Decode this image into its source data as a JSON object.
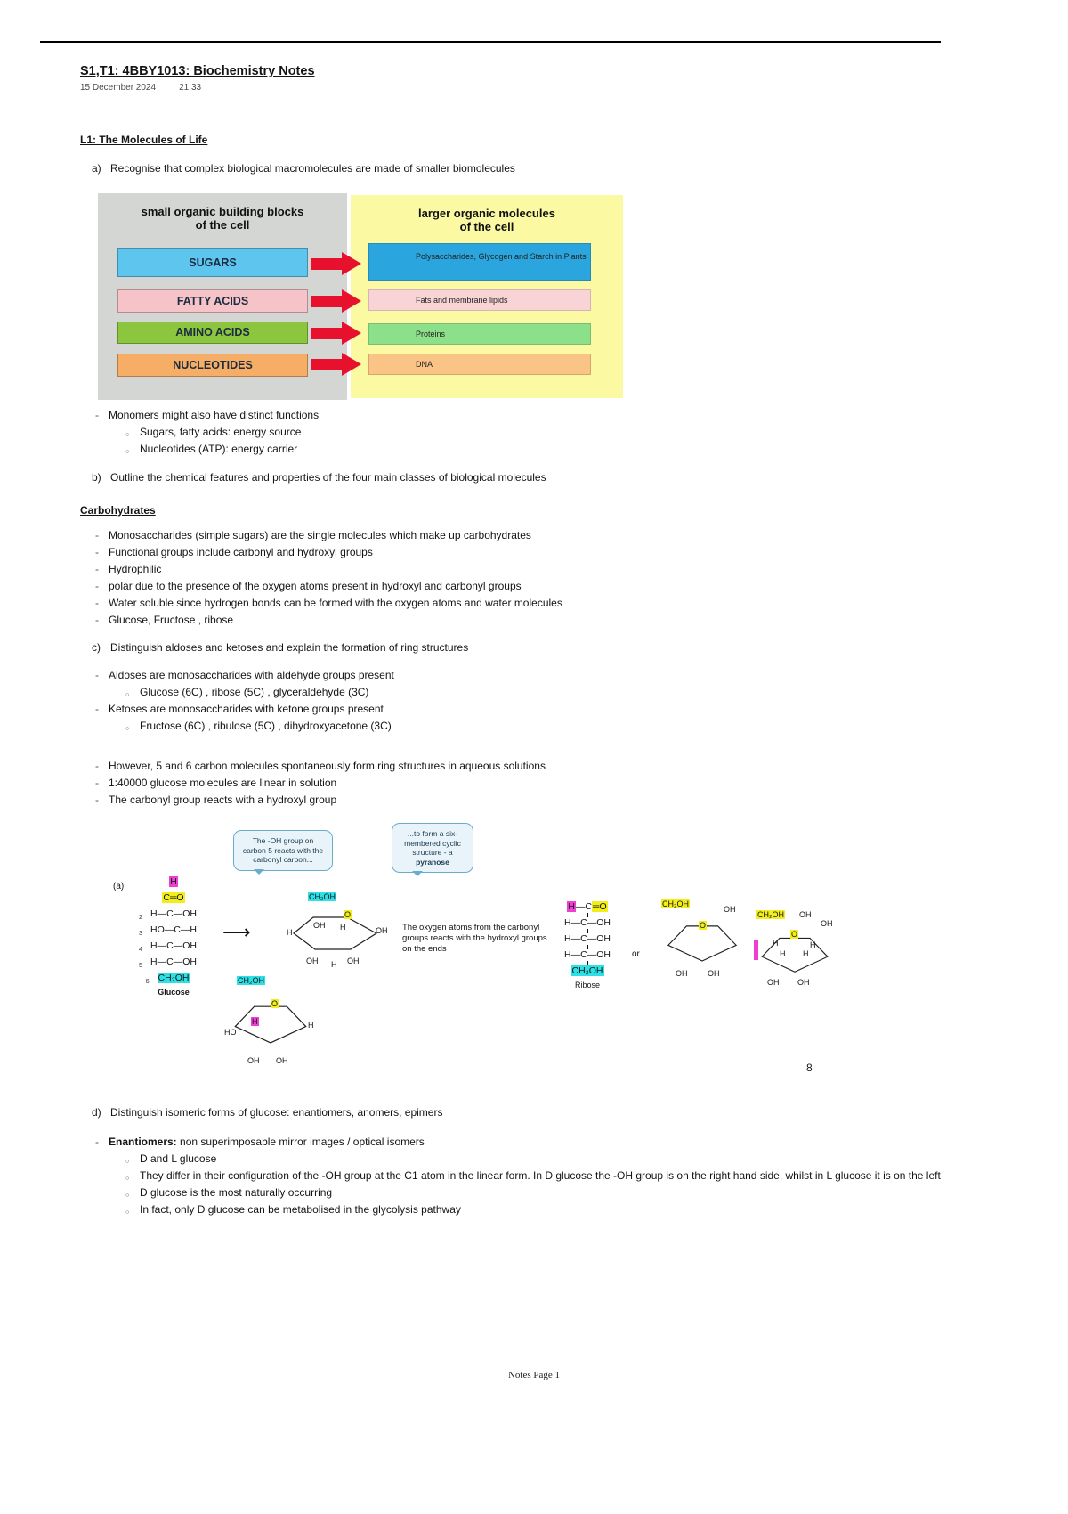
{
  "colors": {
    "sugars_box": "#5ec5ef",
    "polysaccharides_box": "#2ba5de",
    "fatty_acids_box": "#f6c3c8",
    "fats_box": "#f9d4d6",
    "amino_acids_box": "#8cc63f",
    "proteins_box": "#8ce089",
    "nucleotides_box": "#f6ae67",
    "dna_box": "#fac487",
    "left_panel": "#d3d6d2",
    "right_panel": "#fbf9a2",
    "arrow_red": "#e8112d",
    "highlight_yellow": "#f2ee1b",
    "highlight_cyan": "#2ce1e6",
    "highlight_magenta": "#ee3fd4"
  },
  "page": {
    "title": "S1,T1: 4BBY1013: Biochemistry Notes",
    "date": "15 December 2024",
    "time": "21:33",
    "footer": "Notes Page 1"
  },
  "l1": {
    "heading": "L1: The Molecules of Life",
    "items": {
      "a_marker": "a)",
      "a_text": "Recognise that complex biological macromolecules are made of smaller biomolecules",
      "b_marker": "b)",
      "b_text": "Outline the chemical features and properties of the four main classes of biological molecules",
      "c_marker": "c)",
      "c_text": "Distinguish aldoses and ketoses and explain the formation of ring structures",
      "d_marker": "d)",
      "d_text": "Distinguish isomeric forms of glucose: enantiomers, anomers, epimers"
    }
  },
  "diagram": {
    "left_title_line1": "small organic building blocks",
    "left_title_line2": "of the cell",
    "right_title_line1": "larger organic molecules",
    "right_title_line2": "of the cell",
    "rows": [
      {
        "monomer": "SUGARS",
        "polymer": "Polysaccharides, Glycogen and Starch in Plants"
      },
      {
        "monomer": "FATTY ACIDS",
        "polymer": "Fats and membrane lipids"
      },
      {
        "monomer": "AMINO ACIDS",
        "polymer": "Proteins"
      },
      {
        "monomer": "NUCLEOTIDES",
        "polymer": "DNA"
      }
    ]
  },
  "monomer_notes": {
    "main": "Monomers might also have distinct functions",
    "sub1": "Sugars, fatty acids: energy source",
    "sub2": "Nucleotides (ATP): energy carrier"
  },
  "carbohydrates": {
    "heading": "Carbohydrates",
    "bullets": [
      "Monosaccharides (simple sugars) are the single molecules which make up carbohydrates",
      "Functional groups include carbonyl and hydroxyl groups",
      "Hydrophilic",
      "polar due to the presence of the oxygen atoms present in hydroxyl and carbonyl groups",
      "Water soluble since hydrogen bonds can be formed with the oxygen atoms and water molecules",
      "Glucose, Fructose , ribose"
    ]
  },
  "aldoses_ketoses": {
    "aldoses": "Aldoses are monosaccharides with aldehyde groups present",
    "aldoses_sub": "Glucose (6C) , ribose (5C) , glyceraldehyde (3C)",
    "ketoses": "Ketoses are monosaccharides with ketone groups present",
    "ketoses_sub": "Fructose (6C) , ribulose (5C) , dihydroxyacetone (3C)",
    "ring_bullets": [
      "However, 5 and 6 carbon molecules spontaneously form ring structures in aqueous solutions",
      "1:40000 glucose molecules are linear in solution",
      "The carbonyl group reacts with a hydroxyl group"
    ]
  },
  "figure": {
    "panel_label": "(a)",
    "bubble1": "The -OH group on carbon 5 reacts with the carbonyl carbon...",
    "bubble2_text": "...to form a six-membered cyclic structure - a ",
    "bubble2_bold": "pyranose",
    "arrow_glyph": "⟶",
    "or_label": "or",
    "middle_text": "The oxygen atoms from the carbonyl groups reacts with the hydroxyl groups on the ends",
    "page_number": "8",
    "glucose": {
      "h1": "H",
      "c1": "C═O",
      "n2": "2",
      "r2": "H—C—OH",
      "n3": "3",
      "r3": "HO—C—H",
      "n4": "4",
      "r4": "H—C—OH",
      "n5": "5",
      "r5": "H—C—OH",
      "n6": "6",
      "c6": "CH₂OH",
      "label": "Glucose"
    },
    "ring1": {
      "ch2oh": "CH₂OH",
      "o": "O",
      "h_left": "H",
      "oh_il": "OH",
      "oh_bl": "OH",
      "h_b": "H",
      "oh_br": "OH",
      "h_ir": "H",
      "oh_r": "OH"
    },
    "ring2": {
      "ch2oh": "CH₂OH",
      "o": "O",
      "h_inner": "H",
      "ho": "HO",
      "oh_bl": "OH",
      "oh_br": "OH",
      "h_r": "H"
    },
    "ribose": {
      "t_h": "H",
      "t_c": "—C",
      "t_o": "═O",
      "r1": "H—C—OH",
      "r2": "H—C—OH",
      "r3": "H—C—OH",
      "c5": "CH₂OH",
      "label": "Ribose"
    },
    "ring3": {
      "ch2oh": "CH₂OH",
      "o": "O",
      "oh_tr": "OH",
      "oh_bl": "OH",
      "oh_br": "OH"
    },
    "ring4": {
      "ch2oh": "CH₂OH",
      "oh_top": "OH",
      "o": "O",
      "oh_tr": "OH",
      "h1": "H",
      "h2": "H",
      "h3": "H",
      "h4": "H",
      "oh_bl": "OH",
      "oh_br": "OH"
    }
  },
  "enantiomers": {
    "lead_bold": "Enantiomers:",
    "lead_rest": " non superimposable mirror images / optical isomers",
    "subs": [
      "D and L glucose",
      "They differ in their configuration  of the -OH group at the C1 atom in the linear form. In D glucose the -OH group is on the right hand side, whilst in L glucose it is on the left",
      "D glucose is the most naturally occurring",
      "In fact, only D glucose can be metabolised in the glycolysis pathway"
    ]
  }
}
